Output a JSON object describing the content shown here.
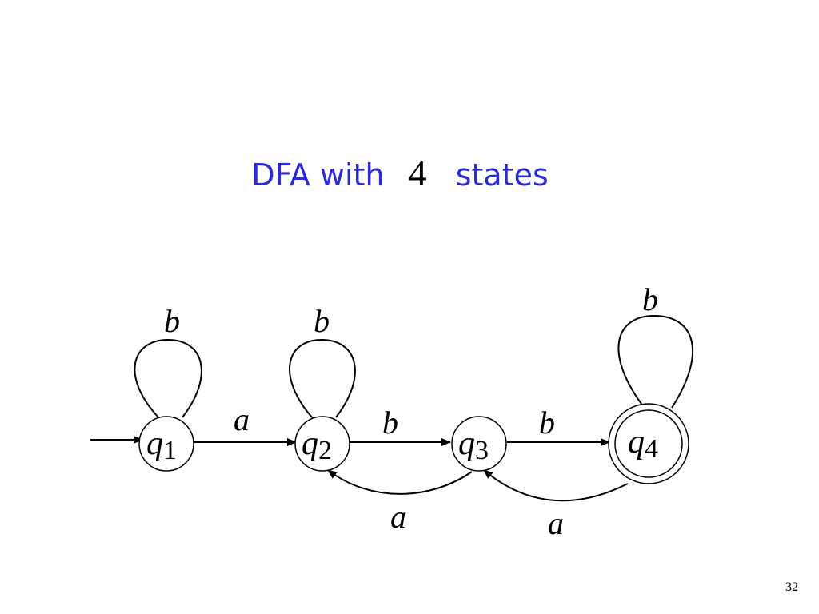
{
  "title": {
    "before": "DFA with",
    "number": "4",
    "after": "states"
  },
  "page_number": "32",
  "diagram": {
    "states": [
      {
        "id": "q1",
        "letter": "q",
        "index": "1",
        "start": true,
        "accepting": false
      },
      {
        "id": "q2",
        "letter": "q",
        "index": "2",
        "start": false,
        "accepting": false
      },
      {
        "id": "q3",
        "letter": "q",
        "index": "3",
        "start": false,
        "accepting": false
      },
      {
        "id": "q4",
        "letter": "q",
        "index": "4",
        "start": false,
        "accepting": true
      }
    ],
    "transitions": [
      {
        "from": "q1",
        "to": "q1",
        "symbol": "b"
      },
      {
        "from": "q2",
        "to": "q2",
        "symbol": "b"
      },
      {
        "from": "q4",
        "to": "q4",
        "symbol": "b"
      },
      {
        "from": "q1",
        "to": "q2",
        "symbol": "a"
      },
      {
        "from": "q2",
        "to": "q3",
        "symbol": "b"
      },
      {
        "from": "q3",
        "to": "q4",
        "symbol": "b"
      },
      {
        "from": "q3",
        "to": "q2",
        "symbol": "a"
      },
      {
        "from": "q4",
        "to": "q3",
        "symbol": "a"
      }
    ]
  }
}
